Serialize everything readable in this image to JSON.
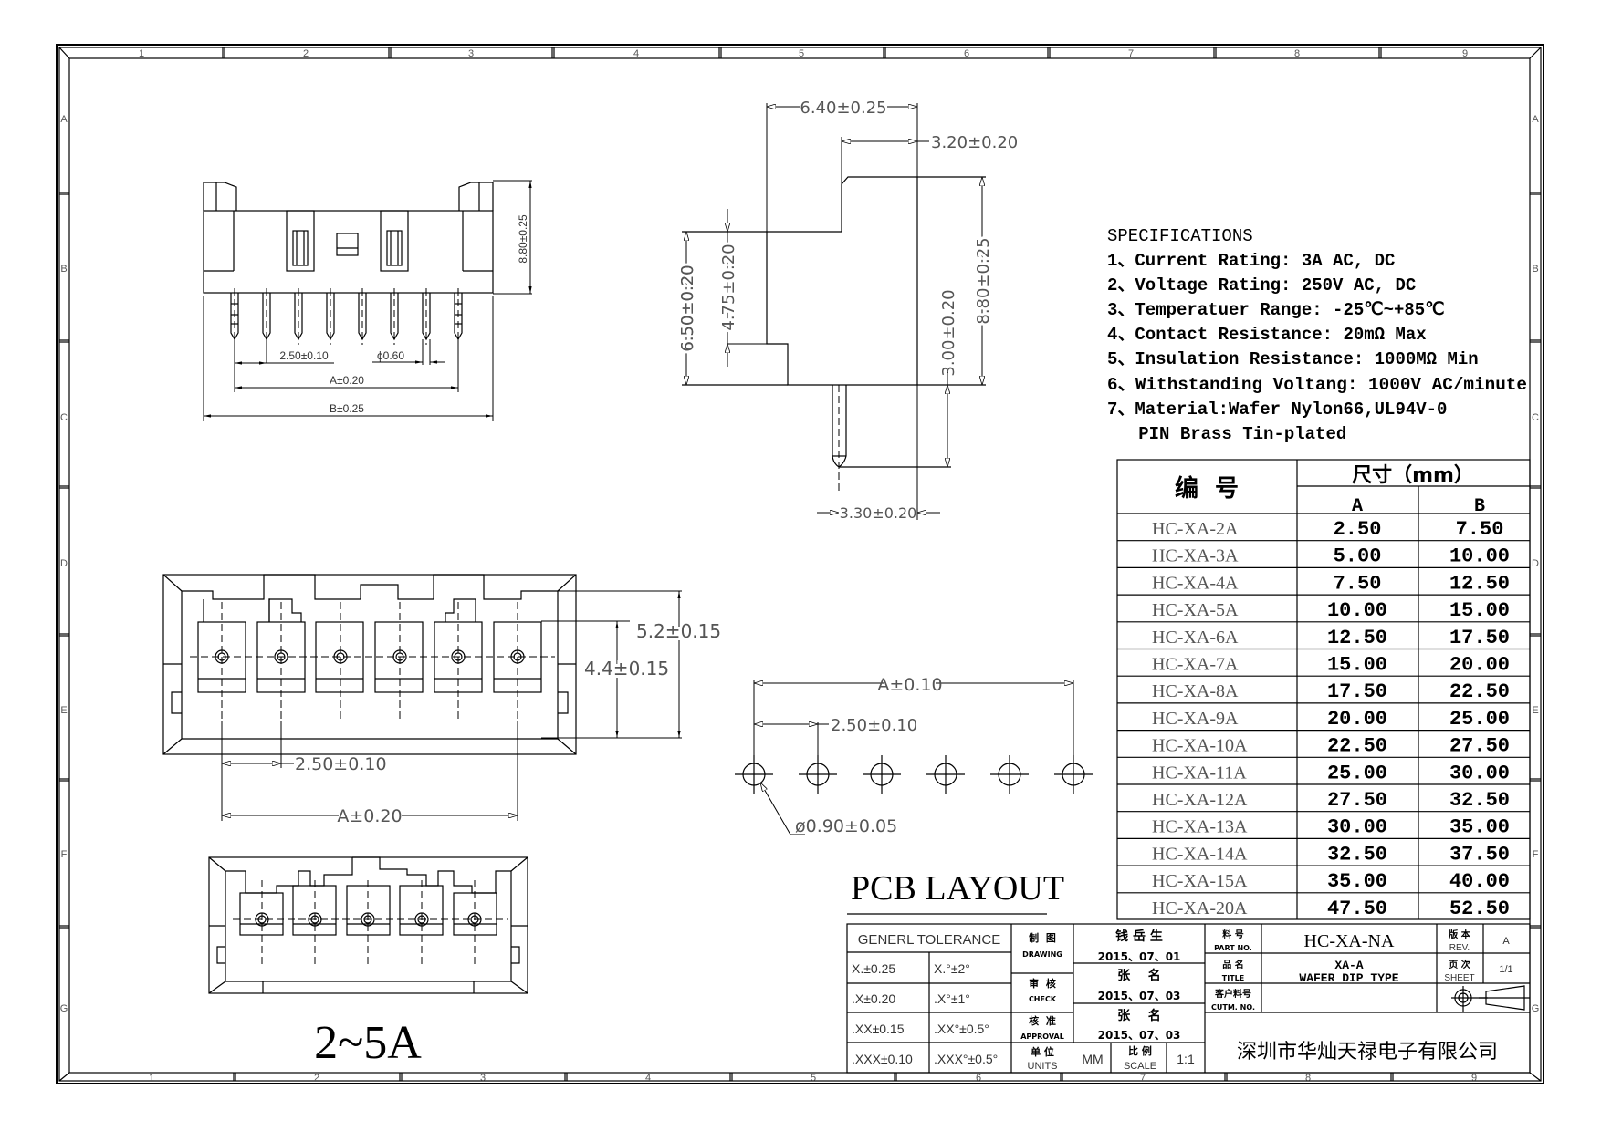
{
  "drawing": {
    "zones_top": [
      "1",
      "2",
      "3",
      "4",
      "5",
      "6",
      "7",
      "8",
      "9"
    ],
    "zones_side": [
      "A",
      "B",
      "C",
      "D",
      "E",
      "F",
      "G"
    ],
    "front_view": {
      "height_dim": "8.80±0.25",
      "pitch_dim": "2.50±0.10",
      "pin_dia_dim": "ϕ0.60",
      "a_dim": "A±0.20",
      "b_dim": "B±0.25"
    },
    "side_view": {
      "width_dim": "6.40±0.25",
      "step_dim": "3.20±0.20",
      "height_a_dim": "6.50±0.20",
      "height_b_dim": "4.75±0.20",
      "pin_len_dim": "3.00±0.20",
      "total_h_dim": "8.80±0.25",
      "pin_offset_dim": "3.30±0.20"
    },
    "top_view": {
      "dim_52": "5.2±0.15",
      "dim_44": "4.4±0.15",
      "pitch_dim": "2.50±0.10",
      "a_dim": "A±0.20"
    },
    "small_view": {
      "label": "2~5A"
    },
    "pcb_layout": {
      "title": "PCB LAYOUT",
      "a_dim": "A±0.10",
      "pitch_dim": "2.50±0.10",
      "hole_dim": "ø0.90±0.05"
    }
  },
  "specifications": {
    "title": "SPECIFICATIONS",
    "items": [
      "1、Current Rating: 3A AC, DC",
      "2、Voltage Rating: 250V AC, DC",
      "3、Temperatuer Range: -25℃~+85℃",
      "4、Contact Resistance: 20mΩ Max",
      "5、Insulation Resistance: 1000MΩ Min",
      "6、Withstanding Voltang: 1000V AC/minute",
      "7、Material:Wafer Nylon66,UL94V-0",
      "   PIN Brass Tin-plated"
    ]
  },
  "size_table": {
    "header_part": "编  号",
    "header_size": "尺寸（mm）",
    "col_a": "A",
    "col_b": "B",
    "rows": [
      {
        "part": "HC-XA-2A",
        "a": "2.50",
        "b": "7.50"
      },
      {
        "part": "HC-XA-3A",
        "a": "5.00",
        "b": "10.00"
      },
      {
        "part": "HC-XA-4A",
        "a": "7.50",
        "b": "12.50"
      },
      {
        "part": "HC-XA-5A",
        "a": "10.00",
        "b": "15.00"
      },
      {
        "part": "HC-XA-6A",
        "a": "12.50",
        "b": "17.50"
      },
      {
        "part": "HC-XA-7A",
        "a": "15.00",
        "b": "20.00"
      },
      {
        "part": "HC-XA-8A",
        "a": "17.50",
        "b": "22.50"
      },
      {
        "part": "HC-XA-9A",
        "a": "20.00",
        "b": "25.00"
      },
      {
        "part": "HC-XA-10A",
        "a": "22.50",
        "b": "27.50"
      },
      {
        "part": "HC-XA-11A",
        "a": "25.00",
        "b": "30.00"
      },
      {
        "part": "HC-XA-12A",
        "a": "27.50",
        "b": "32.50"
      },
      {
        "part": "HC-XA-13A",
        "a": "30.00",
        "b": "35.00"
      },
      {
        "part": "HC-XA-14A",
        "a": "32.50",
        "b": "37.50"
      },
      {
        "part": "HC-XA-15A",
        "a": "35.00",
        "b": "40.00"
      },
      {
        "part": "HC-XA-20A",
        "a": "47.50",
        "b": "52.50"
      }
    ]
  },
  "title_block": {
    "tolerance_header": "GENERL TOLERANCE",
    "tolerances": [
      {
        "linear": "X.±0.25",
        "angular": "X.°±2°"
      },
      {
        "linear": ".X±0.20",
        "angular": ".X°±1°"
      },
      {
        "linear": ".XX±0.15",
        "angular": ".XX°±0.5°"
      },
      {
        "linear": ".XXX±0.10",
        "angular": ".XXX°±0.5°"
      }
    ],
    "drawing_label_cn": "制  图",
    "drawing_label_en": "DRAWING",
    "drawing_name": "钱 岳 生",
    "drawing_date": "2015、07、01",
    "check_label_cn": "审  核",
    "check_label_en": "CHECK",
    "check_name": "张    名",
    "check_date": "2015、07、03",
    "approval_label_cn": "核  准",
    "approval_label_en": "APPROVAL",
    "approval_name": "张    名",
    "approval_date": "2015、07、03",
    "units_label_cn": "单 位",
    "units_label_en": "UNITS",
    "units_value": "MM",
    "scale_label_cn": "比 例",
    "scale_label_en": "SCALE",
    "scale_value": "1:1",
    "part_no_label_cn": "料 号",
    "part_no_label_en": "PART NO.",
    "part_no_value": "HC-XA-NA",
    "title_label_cn": "品 名",
    "title_label_en": "TITLE",
    "title_value_1": "XA-A",
    "title_value_2": "WAFER DIP TYPE",
    "cust_no_label_cn": "客户料号",
    "cust_no_label_en": "CUTM. NO.",
    "cust_no_value": "",
    "rev_label_cn": "版 本",
    "rev_label_en": "REV.",
    "rev_value": "A",
    "sheet_label_cn": "页 次",
    "sheet_label_en": "SHEET",
    "sheet_value": "1/1",
    "company": "深圳市华灿天禄电子有限公司"
  }
}
